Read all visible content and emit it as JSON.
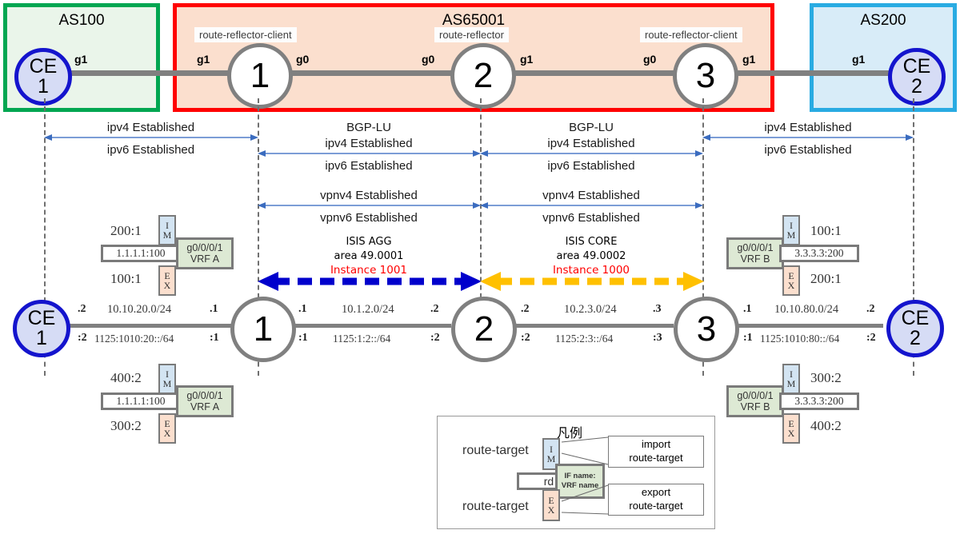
{
  "as_zones": [
    {
      "id": "as100",
      "label": "AS100"
    },
    {
      "id": "as65001",
      "label": "AS65001"
    },
    {
      "id": "as200",
      "label": "AS200"
    }
  ],
  "top_row": {
    "ce_left": {
      "line1": "CE",
      "line2": "1"
    },
    "ce_right": {
      "line1": "CE",
      "line2": "2"
    },
    "routers": [
      {
        "id": "r1",
        "label": "1",
        "role": "route-reflector-client",
        "if_left": "g1",
        "if_right": "g0"
      },
      {
        "id": "r2",
        "label": "2",
        "role": "route-reflector",
        "if_left": "g0",
        "if_right": "g1"
      },
      {
        "id": "r3",
        "label": "3",
        "role": "route-reflector-client",
        "if_left": "g0",
        "if_right": "g1"
      }
    ],
    "ce_left_if": "g1",
    "ce_right_if": "g1"
  },
  "bgp_sessions": [
    {
      "id": "ce1-r1",
      "family": "",
      "above": "ipv4 Established",
      "below": "ipv6 Established"
    },
    {
      "id": "r1-r2-lu",
      "family": "BGP-LU",
      "above": "ipv4 Established",
      "below": "ipv6 Established"
    },
    {
      "id": "r2-r3-lu",
      "family": "BGP-LU",
      "above": "ipv4 Established",
      "below": "ipv6 Established"
    },
    {
      "id": "r3-ce2",
      "family": "",
      "above": "ipv4 Established",
      "below": "ipv6 Established"
    },
    {
      "id": "r1-r2-vpn",
      "family": "",
      "above": "vpnv4 Established",
      "below": "vpnv6 Established"
    },
    {
      "id": "r2-r3-vpn",
      "family": "",
      "above": "vpnv4 Established",
      "below": "vpnv6 Established"
    }
  ],
  "isis": [
    {
      "id": "agg",
      "name": "ISIS AGG",
      "area": "area 49.0001",
      "instance": "Instance 1001",
      "color": "#0000cc"
    },
    {
      "id": "core",
      "name": "ISIS CORE",
      "area": "area 49.0002",
      "instance": "Instance 1000",
      "color": "#ffc000"
    }
  ],
  "bottom_row": {
    "ce_left": {
      "line1": "CE",
      "line2": "1"
    },
    "ce_right": {
      "line1": "CE",
      "line2": "2"
    },
    "routers": [
      {
        "label": "1"
      },
      {
        "label": "2"
      },
      {
        "label": "3"
      }
    ],
    "links": [
      {
        "id": "ce1-r1",
        "ipv4": "10.10.20.0/24",
        "ipv6": "1125:1010:20::/64",
        "left_v4": ".2",
        "right_v4": ".1",
        "left_v6": ":2",
        "right_v6": ":1"
      },
      {
        "id": "r1-r2",
        "ipv4": "10.1.2.0/24",
        "ipv6": "1125:1:2::/64",
        "left_v4": ".1",
        "right_v4": ".2",
        "left_v6": ":1",
        "right_v6": ":2"
      },
      {
        "id": "r2-r3",
        "ipv4": "10.2.3.0/24",
        "ipv6": "1125:2:3::/64",
        "left_v4": ".2",
        "right_v4": ".3",
        "left_v6": ":2",
        "right_v6": ":3"
      },
      {
        "id": "r3-ce2",
        "ipv4": "10.10.80.0/24",
        "ipv6": "1125:1010:80::/64",
        "left_v4": ".1",
        "right_v4": ".2",
        "left_v6": ":1",
        "right_v6": ":2"
      }
    ]
  },
  "vrf_clusters": [
    {
      "id": "left-top",
      "import": "200:1",
      "export": "100:1",
      "rd": "1.1.1.1:100",
      "if_name": "g0/0/0/1",
      "vrf_name": "VRF A",
      "im": "IM",
      "ex": "EX",
      "side": "left"
    },
    {
      "id": "left-bottom",
      "import": "400:2",
      "export": "300:2",
      "rd": "1.1.1.1:100",
      "if_name": "g0/0/0/1",
      "vrf_name": "VRF A",
      "im": "IM",
      "ex": "EX",
      "side": "left"
    },
    {
      "id": "right-top",
      "import": "100:1",
      "export": "200:1",
      "rd": "3.3.3.3:200",
      "if_name": "g0/0/0/1",
      "vrf_name": "VRF B",
      "im": "IM",
      "ex": "EX",
      "side": "right"
    },
    {
      "id": "right-bottom",
      "import": "300:2",
      "export": "400:2",
      "rd": "3.3.3.3:200",
      "if_name": "g0/0/0/1",
      "vrf_name": "VRF B",
      "im": "IM",
      "ex": "EX",
      "side": "right"
    }
  ],
  "legend": {
    "title": "凡例",
    "rt_import_label": "route-target",
    "rt_export_label": "route-target",
    "rd_label": "rd",
    "vrf_line1": "IF name:",
    "vrf_line2": "VRF name",
    "im": "IM",
    "ex": "EX",
    "callout_import_line1": "import",
    "callout_import_line2": "route-target",
    "callout_export_line1": "export",
    "callout_export_line2": "route-target"
  },
  "colors": {
    "as100_border": "#00a651",
    "as65001_border": "#ff0000",
    "as200_border": "#29abe2",
    "isis_agg": "#0000cc",
    "isis_core": "#ffc000",
    "bgp_arrow": "#6a8fd0",
    "instance_text": "#ff0000"
  }
}
